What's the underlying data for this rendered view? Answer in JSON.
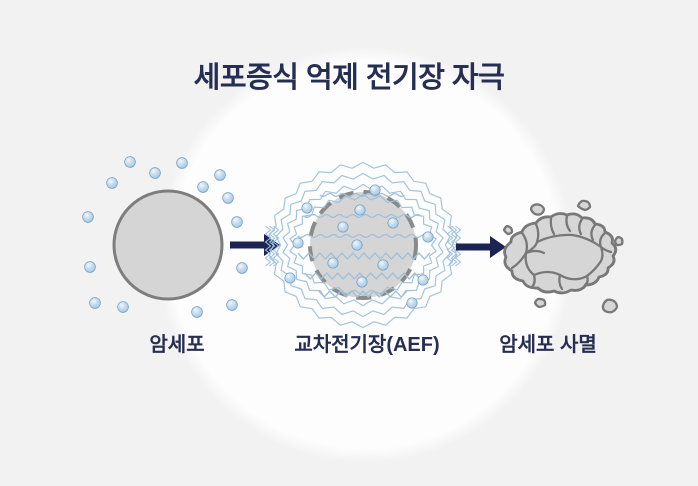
{
  "title": "세포증식 억제 전기장 자극",
  "stages": [
    {
      "id": "cancer-cell",
      "label": "암세포"
    },
    {
      "id": "aef",
      "label": "교차전기장(AEF)"
    },
    {
      "id": "cell-death",
      "label": "암세포 사멸"
    }
  ],
  "icons": {
    "arrow_1": "right-arrow",
    "arrow_2": "right-arrow",
    "figure_1": "cancer-cell-with-ions",
    "figure_2": "alternating-electric-field-cell",
    "figure_3": "fragmented-dead-cell"
  },
  "colors": {
    "background": "#f2f2f3",
    "spotlight": "#fdfdfe",
    "title_text": "#262e52",
    "arrow": "#1b2452",
    "cell_fill": "#d5d5d5",
    "cell_border": "#7d7d7d",
    "dashed_border": "#8a8a8a",
    "wave_blue": "#9fc1da",
    "ion_blue": "#aecde5",
    "ion_highlight": "#f2f8fc",
    "ion_edge": "#6f9ec4",
    "dead_cell_fill": "#d6d6d6",
    "dead_cell_border": "#787878"
  }
}
